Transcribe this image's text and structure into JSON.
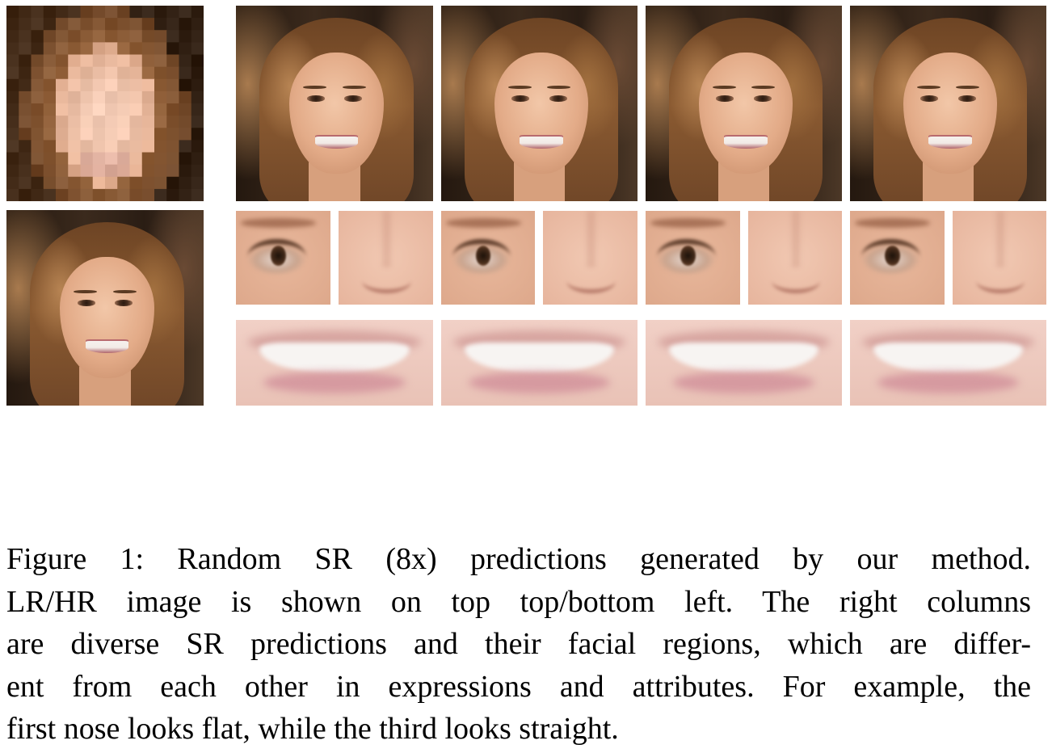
{
  "figure": {
    "panels": {
      "low_res": {
        "alt": "low-resolution input"
      },
      "high_res": {
        "alt": "high-resolution ground truth"
      },
      "predictions": [
        {
          "id": 1
        },
        {
          "id": 2
        },
        {
          "id": 3
        },
        {
          "id": 4
        }
      ]
    },
    "caption_lines": [
      "Figure 1:  Random SR (8x) predictions generated by our method.",
      "LR/HR image is shown on top top/bottom left.  The right columns",
      "are diverse SR predictions and their facial regions, which are differ-",
      "ent from each other in expressions and attributes. For example, the",
      "first nose looks flat, while the third looks straight."
    ]
  }
}
